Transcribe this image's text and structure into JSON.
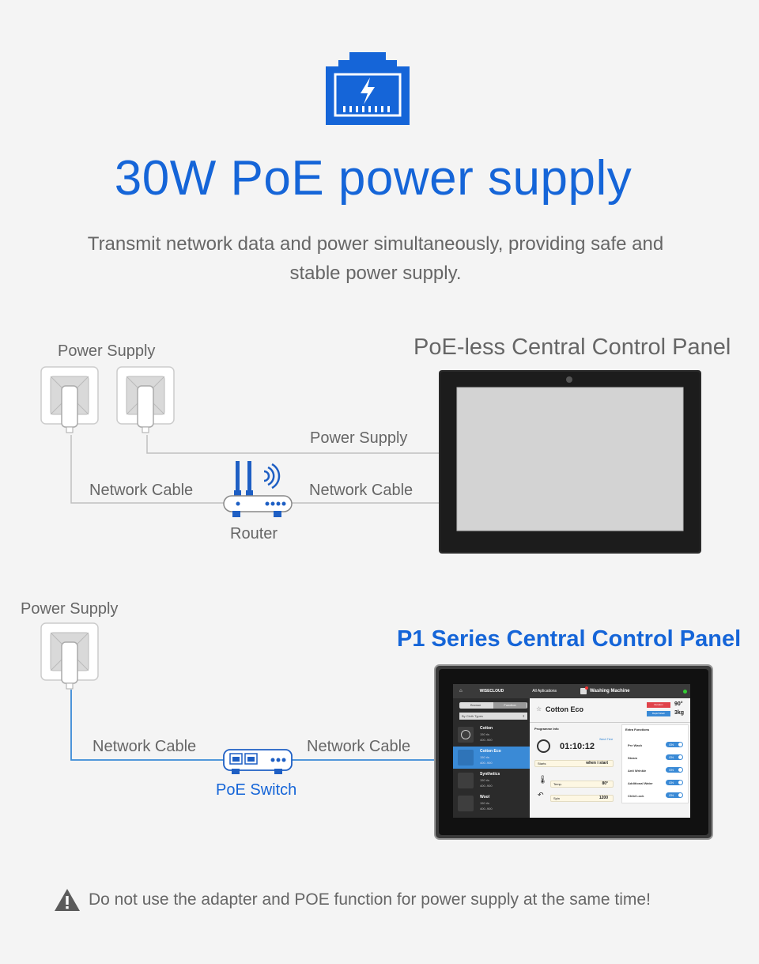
{
  "header": {
    "title": "30W PoE power supply",
    "subtitle_line1": "Transmit network data and power simultaneously, providing safe and",
    "subtitle_line2": "stable power supply.",
    "icon": "ethernet-port-lightning-icon"
  },
  "diagram_a": {
    "power_supply_label": "Power Supply",
    "panel_title": "PoE-less Central Control Panel",
    "power_cable_label": "Power Supply",
    "network_cable_left": "Network Cable",
    "network_cable_right": "Network Cable",
    "router_label": "Router"
  },
  "diagram_b": {
    "power_supply_label": "Power Supply",
    "panel_title": "P1 Series Central Control Panel",
    "network_cable_left": "Network Cable",
    "network_cable_right": "Network Cable",
    "switch_label": "PoE Switch"
  },
  "tablet_ui": {
    "top_brand": "WISECLOUD",
    "top_apps": "All Aplications",
    "top_title": "Washing Machine",
    "browse": "Browse",
    "function": "Function",
    "filter": "By Cloth Types",
    "items": [
      {
        "name": "Cotton",
        "spec1": "150 rls",
        "spec2": "400..900"
      },
      {
        "name": "Cotton Eco",
        "spec1": "150 rls",
        "spec2": "400..900"
      },
      {
        "name": "Synthetics",
        "spec1": "150 rls",
        "spec2": "400..900"
      },
      {
        "name": "Wool",
        "spec1": "150 rls",
        "spec2": "400..900"
      }
    ],
    "program_name": "Cotton Eco",
    "duration_badge": "Duration",
    "rapid_badge": "Rapid Wash",
    "temp_big": "90°",
    "load_big": "3kg",
    "programme_info": "Programme Info",
    "wash_time_label": "Wash Time",
    "wash_time": "01:10:12",
    "starts_label": "Starts",
    "starts_value": "when i start",
    "temp_label": "Temp.",
    "temp_value": "80°",
    "spin_label": "Spin",
    "spin_value": "1200",
    "extra_functions": "Extra Functions",
    "extras": [
      "Pre Wash",
      "Steam",
      "Anti Wrinkle",
      "Additional Water",
      "Child Lock"
    ],
    "toggle_on": "ON"
  },
  "warning": {
    "text": "Do not use the adapter and POE function for power supply at the same time!",
    "icon": "warning-triangle-icon"
  },
  "colors": {
    "brand_blue": "#1565d8",
    "line_gray": "#bdbdbd",
    "line_blue": "#3a8ad6",
    "text_gray": "#666666"
  }
}
